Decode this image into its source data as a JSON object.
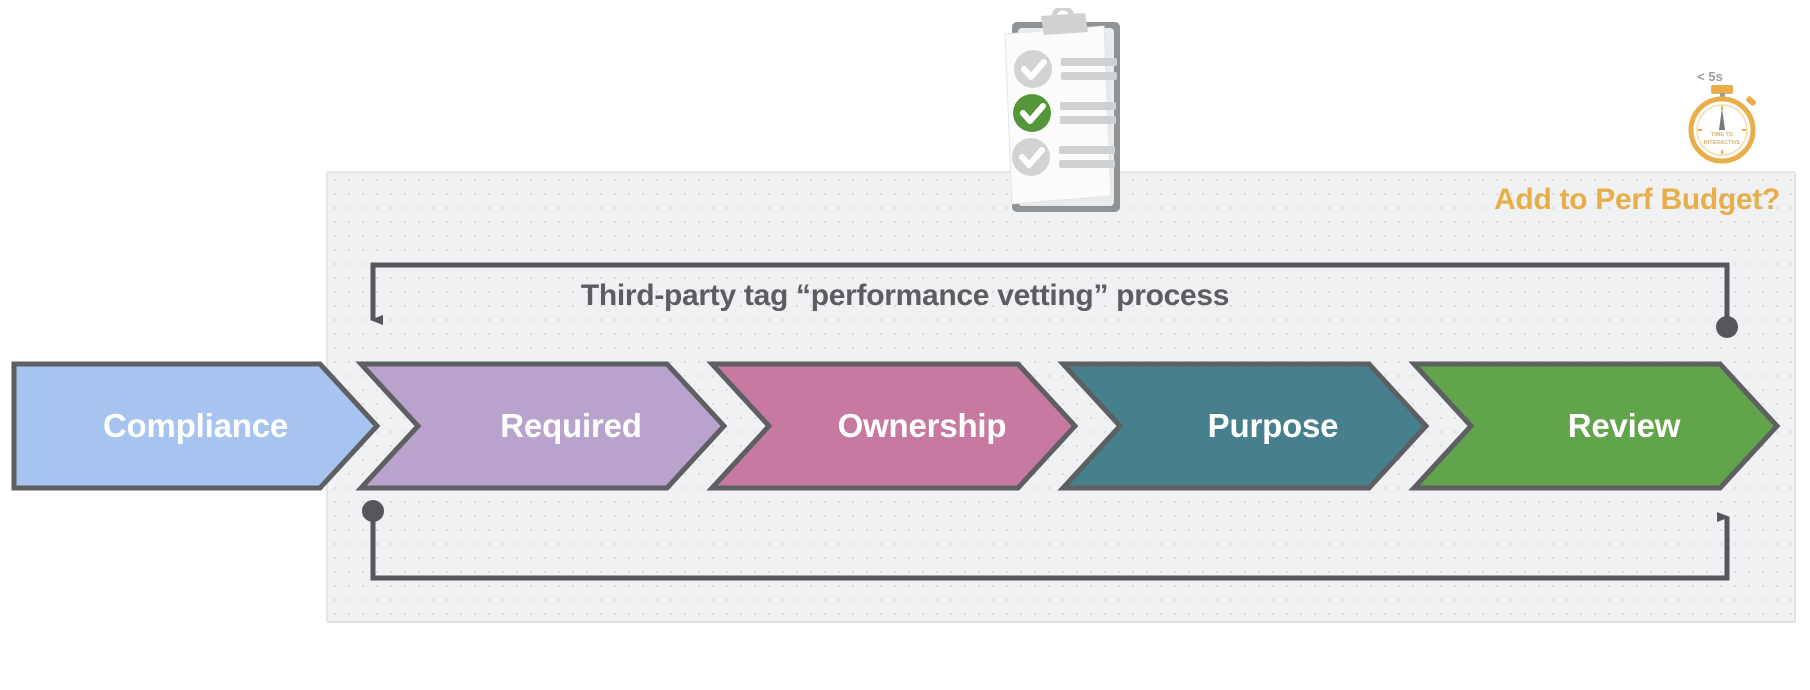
{
  "diagram": {
    "title": "Third-party tag “performance vetting” process",
    "budget_label": "Add to Perf Budget?",
    "panel_bg": "#f0f1f2",
    "accent_amber": "#e7ae49",
    "title_color": "#5b5d60",
    "connector_color": "#55575a"
  },
  "stages": [
    {
      "label": "Compliance",
      "color": "#a6c4ef",
      "stroke": "#5d5f62"
    },
    {
      "label": "Required",
      "color": "#b9a3cd",
      "stroke": "#5d5f62"
    },
    {
      "label": "Ownership",
      "color": "#c8799f",
      "stroke": "#5d5f62"
    },
    {
      "label": "Purpose",
      "color": "#45808c",
      "stroke": "#5d5f62"
    },
    {
      "label": "Review",
      "color": "#62a44b",
      "stroke": "#5d5f62"
    }
  ],
  "icons": {
    "clipboard": "clipboard-checklist-icon",
    "stopwatch": "stopwatch-icon"
  },
  "stopwatch": {
    "threshold": "< 5s",
    "metric_line1": "TIME TO",
    "metric_line2": "INTERACTIVE",
    "color": "#e7ae49"
  },
  "clipboard": {
    "checks": [
      "unchecked",
      "checked",
      "unchecked"
    ],
    "check_color": "#55963b",
    "muted_color": "#c9cacb"
  }
}
